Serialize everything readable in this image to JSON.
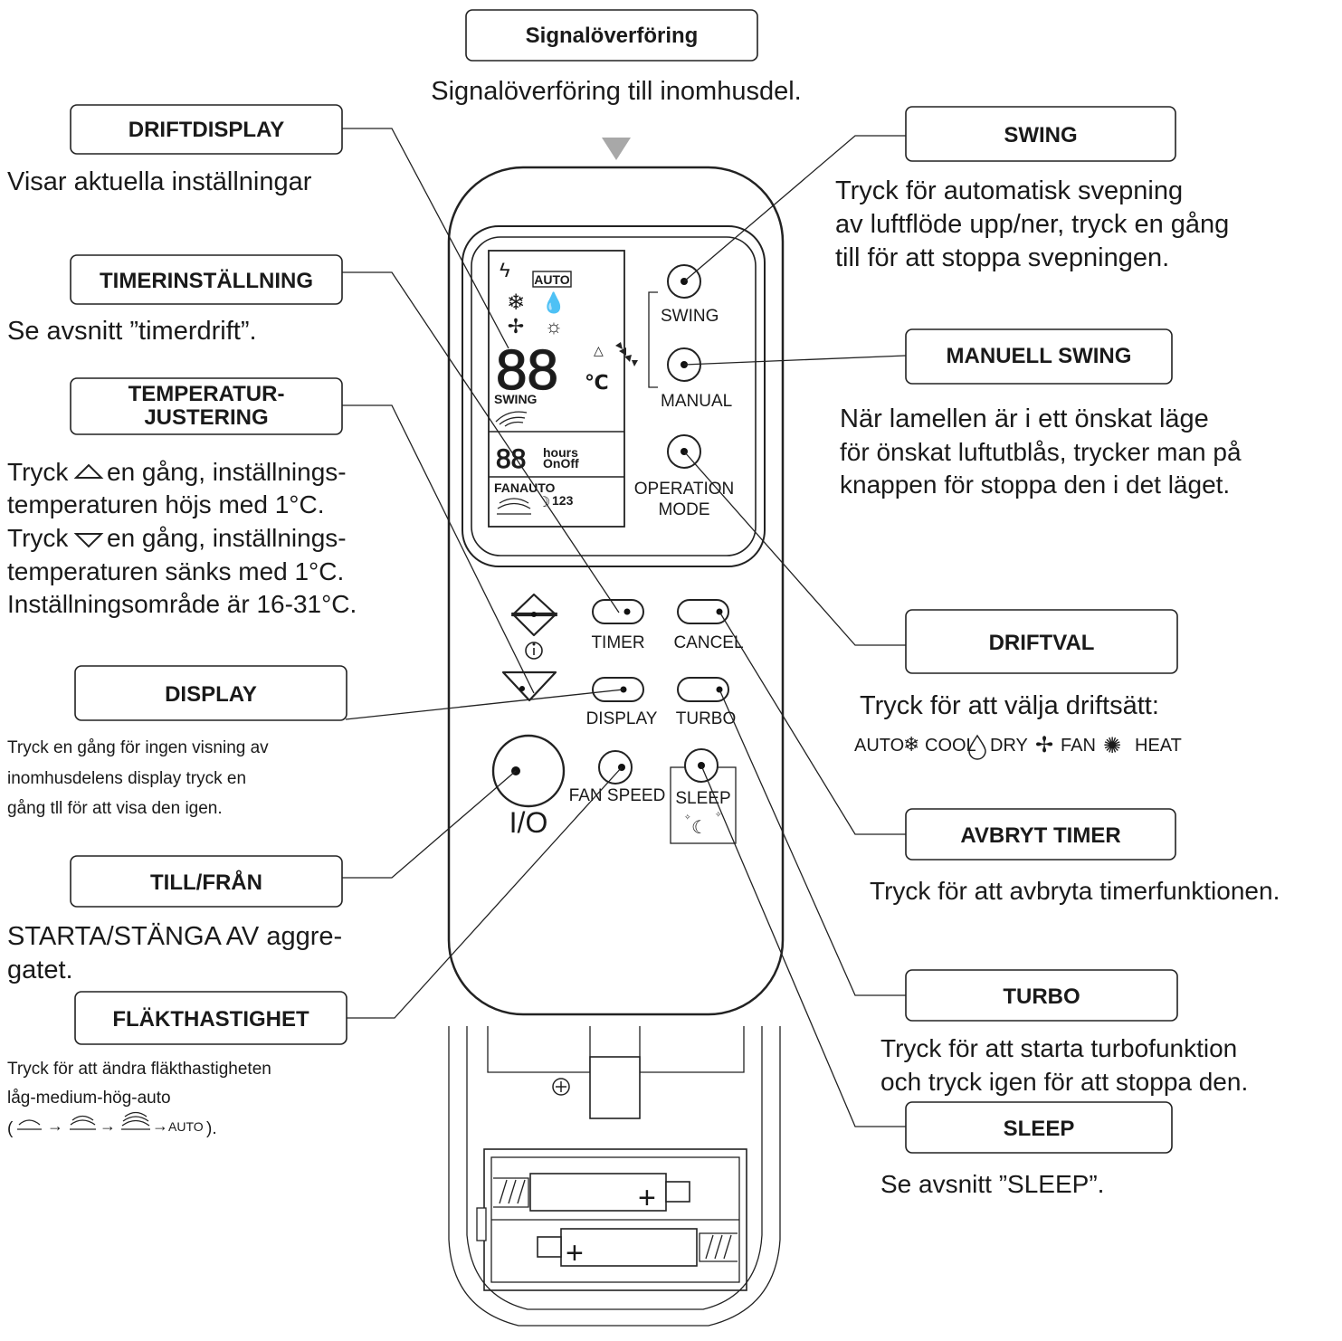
{
  "signal": {
    "title": "Signalöverföring",
    "desc": "Signalöverföring till inomhusdel."
  },
  "left": {
    "driftdisplay": {
      "title": "DRIFTDISPLAY",
      "desc": "Visar aktuella inställningar"
    },
    "timer": {
      "title": "TIMERINSTÄLLNING",
      "desc": "Se avsnitt ”timerdrift”."
    },
    "temp": {
      "title_1": "TEMPERATUR-",
      "title_2": "JUSTERING",
      "line_1_a": "Tryck",
      "line_1_b": "en gång, inställnings-",
      "line_2": "temperaturen höjs med 1°C.",
      "line_3_a": "Tryck",
      "line_3_b": "en gång, inställnings-",
      "line_4": "temperaturen sänks med 1°C.",
      "line_5": "Inställningsområde är 16-31°C."
    },
    "display": {
      "title": "DISPLAY",
      "line_1": "Tryck en gång för ingen visning av",
      "line_2": "inomhusdelens display tryck en",
      "line_3": "gång tll för att visa den igen."
    },
    "power": {
      "title": "TILL/FRÅN",
      "line_1": "STARTA/STÄNGA AV aggre-",
      "line_2": "gatet."
    },
    "fan": {
      "title": "FLÄKTHASTIGHET",
      "line_1": "Tryck för att ändra fläkthastigheten",
      "line_2": "låg-medium-hög-auto",
      "seq_open": "(",
      "seq_auto": "AUTO",
      "seq_close": ")."
    }
  },
  "right": {
    "swing": {
      "title": "SWING",
      "line_1": "Tryck för automatisk svepning",
      "line_2": "av luftflöde upp/ner, tryck en gång",
      "line_3": "till för att stoppa svepningen."
    },
    "manual": {
      "title": "MANUELL SWING",
      "line_1": "När lamellen är i ett önskat läge",
      "line_2": "för önskat luftutblås, trycker man på",
      "line_3": "knappen för stoppa den i det läget."
    },
    "mode": {
      "title": "DRIFTVAL",
      "desc": "Tryck för att välja driftsätt:",
      "m_auto": "AUTO",
      "m_cool": "COOL",
      "m_dry": "DRY",
      "m_fan": "FAN",
      "m_heat": "HEAT"
    },
    "cancel": {
      "title": "AVBRYT TIMER",
      "desc": "Tryck för att avbryta timerfunktionen."
    },
    "turbo": {
      "title": "TURBO",
      "line_1": "Tryck för att starta turbofunktion",
      "line_2": "och tryck igen för att stoppa den."
    },
    "sleep": {
      "title": "SLEEP",
      "desc": "Se avsnitt ”SLEEP”."
    }
  },
  "remote": {
    "lcd_auto": "AUTO",
    "lcd_digits": "88",
    "lcd_celsius": "℃",
    "lcd_swing": "SWING",
    "lcd_timer_digits": "88",
    "lcd_hours": "hours",
    "lcd_onoff": "OnOff",
    "lcd_fanauto": "FANAUTO",
    "lcd_sleep_levels": "123",
    "swing_label": "SWING",
    "manual_label": "MANUAL",
    "op_label_1": "OPERATION",
    "op_label_2": "MODE",
    "timer_label": "TIMER",
    "cancel_label": "CANCEL",
    "display_label": "DISPLAY",
    "turbo_label": "TURBO",
    "io_label": "I/O",
    "fanspeed_label": "FAN SPEED",
    "sleep_label": "SLEEP",
    "plus": "+"
  }
}
